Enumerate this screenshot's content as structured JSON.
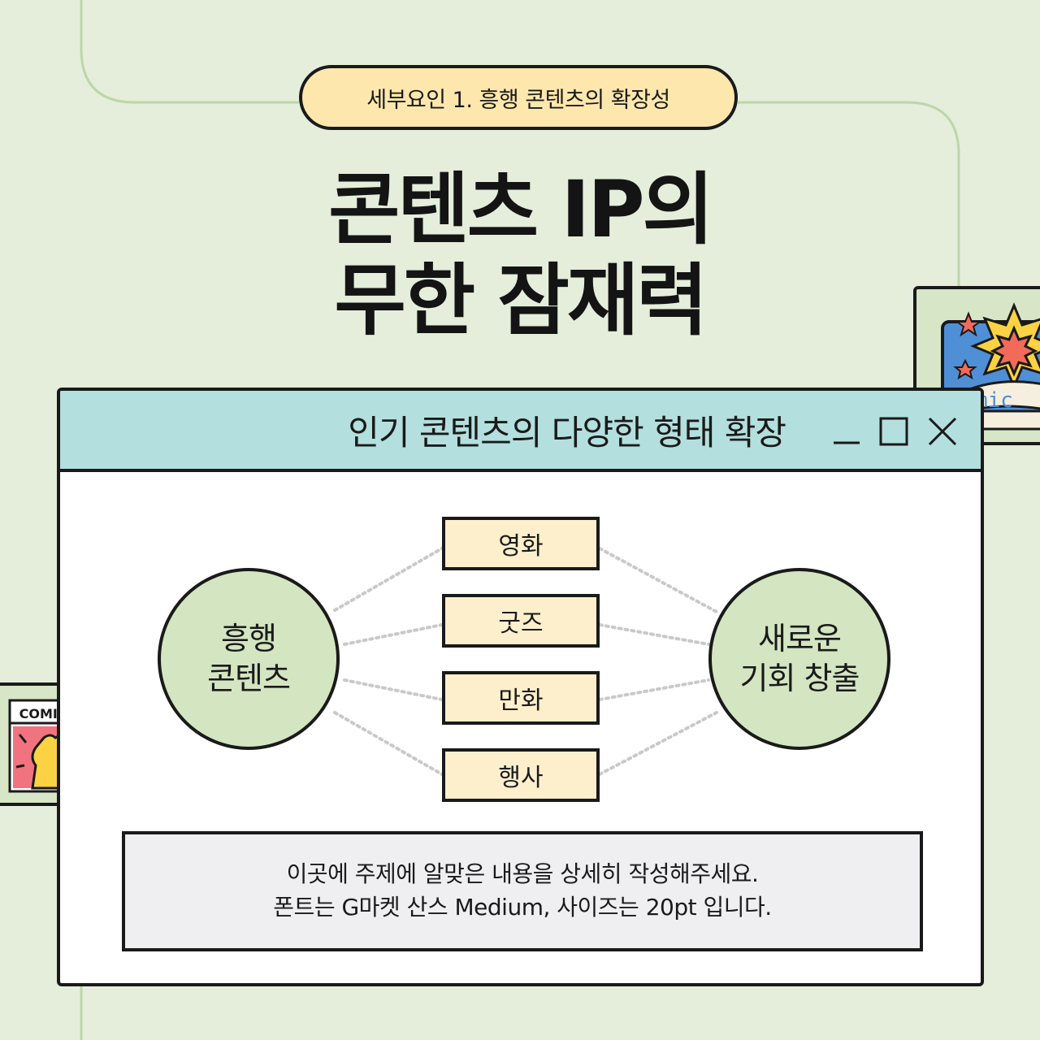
{
  "badge": "세부요인 1. 흥행 콘텐츠의 확장성",
  "title": {
    "line1": "콘텐츠 IP의",
    "line2": "무한 잠재력"
  },
  "window": {
    "title": "인기 콘텐츠의 다양한 형태 확장",
    "controls": [
      "minimize-icon",
      "maximize-icon",
      "close-icon"
    ]
  },
  "diagram": {
    "source": {
      "line1": "흥행",
      "line2": "콘텐츠"
    },
    "target": {
      "line1": "새로운",
      "line2": "기회 창출"
    },
    "nodes": [
      "영화",
      "굿즈",
      "만화",
      "행사"
    ]
  },
  "description": {
    "line1": "이곳에 주제에 알맞은 내용을 상세히 작성해주세요.",
    "line2": "폰트는 G마켓 산스 Medium, 사이즈는 20pt 입니다."
  },
  "stickers": {
    "left_label": "COMICS",
    "right_label": "mic"
  },
  "colors": {
    "background": "#e4eedb",
    "badge": "#fde7ad",
    "titlebar": "#b3dfde",
    "circle": "#d4e5c1",
    "node": "#fdefcc",
    "description_box": "#efeff1"
  }
}
